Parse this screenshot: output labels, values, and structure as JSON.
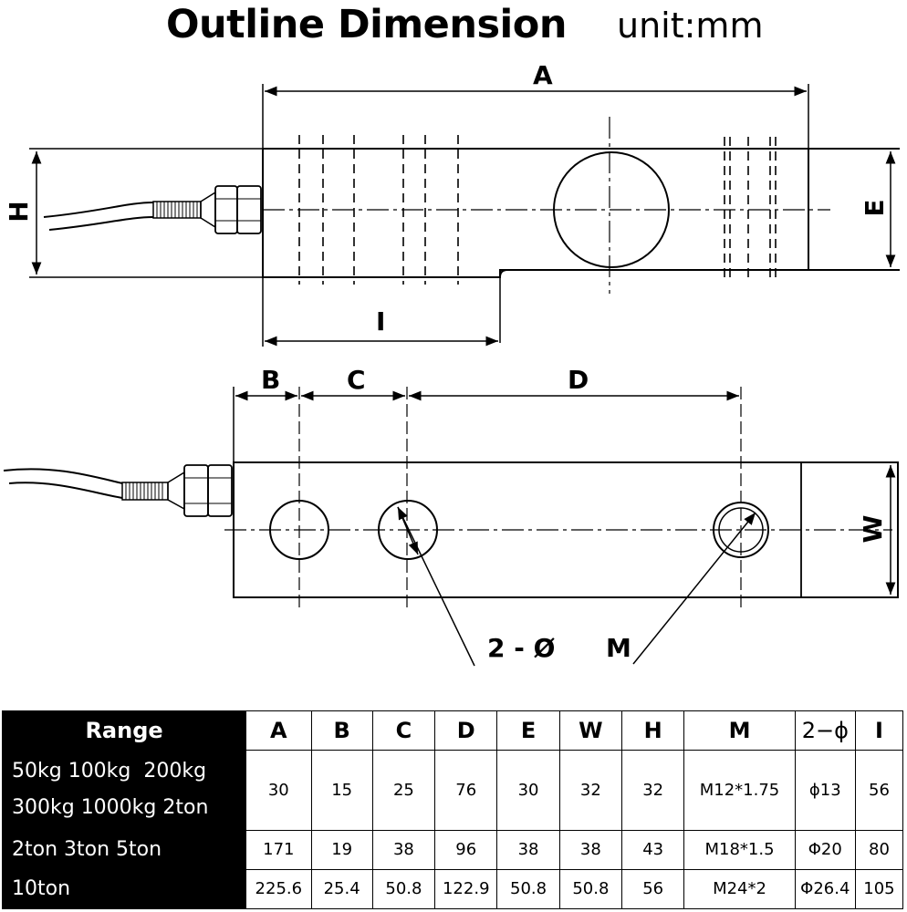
{
  "header": {
    "title": "Outline Dimension",
    "unit": "unit:mm"
  },
  "top_view": {
    "labels": {
      "A": "A",
      "H": "H",
      "E": "E",
      "I": "I"
    }
  },
  "bottom_view": {
    "labels": {
      "B": "B",
      "C": "C",
      "D": "D",
      "W": "W",
      "hole": "2 - Ø",
      "thread": "M"
    }
  },
  "table": {
    "range_header": "Range",
    "columns": [
      "A",
      "B",
      "C",
      "D",
      "E",
      "W",
      "H",
      "M",
      "2−ϕ",
      "I"
    ],
    "rows": [
      {
        "range_lines": [
          "50kg 100kg  200kg",
          "300kg 1000kg 2ton"
        ],
        "values": [
          "30",
          "15",
          "25",
          "76",
          "30",
          "32",
          "32",
          "M12*1.75",
          "ϕ13",
          "56"
        ]
      },
      {
        "range_lines": [
          "2ton 3ton 5ton"
        ],
        "values": [
          "171",
          "19",
          "38",
          "96",
          "38",
          "38",
          "43",
          "M18*1.5",
          "Φ20",
          "80"
        ]
      },
      {
        "range_lines": [
          "10ton"
        ],
        "values": [
          "225.6",
          "25.4",
          "50.8",
          "122.9",
          "50.8",
          "50.8",
          "56",
          "M24*2",
          "Φ26.4",
          "105"
        ]
      }
    ]
  }
}
